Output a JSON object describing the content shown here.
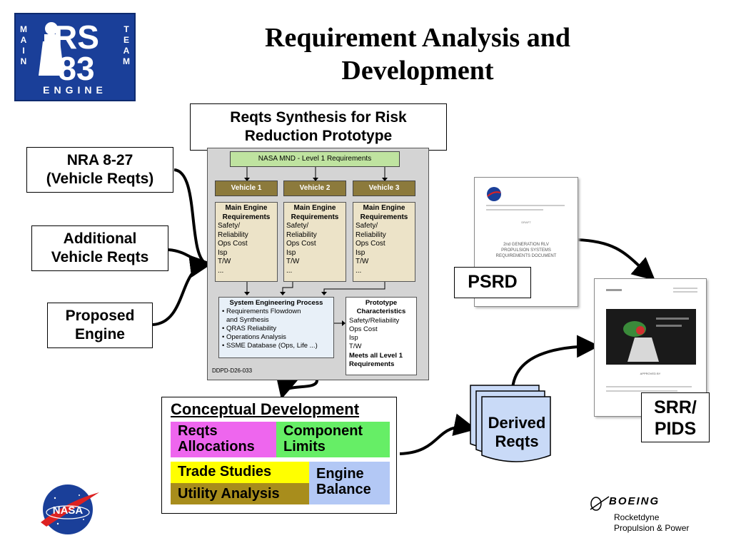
{
  "title": {
    "line1": "Requirement Analysis and",
    "line2": "Development"
  },
  "logo": {
    "rs": "RS",
    "num": "83",
    "left": "MAIN",
    "right": "TEAM",
    "bottom": "ENGINE"
  },
  "synthesis": {
    "line1": "Reqts Synthesis for Risk",
    "line2": "Reduction Prototype"
  },
  "inputs": {
    "nra_line1": "NRA 8-27",
    "nra_line2": "(Vehicle Reqts)",
    "additional_line1": "Additional",
    "additional_line2": "Vehicle Reqts",
    "proposed_line1": "Proposed",
    "proposed_line2": "Engine"
  },
  "flow": {
    "level1": "NASA MND - Level 1 Requirements",
    "vehicles": [
      "Vehicle 1",
      "Vehicle 2",
      "Vehicle 3"
    ],
    "req_header_line1": "Main Engine",
    "req_header_line2": "Requirements",
    "req_items": [
      "Safety/",
      "Reliability",
      "Ops Cost",
      "Isp",
      "T/W",
      "..."
    ],
    "se_title": "System Engineering Process",
    "se_items": [
      "• Requirements Flowdown",
      "  and Synthesis",
      "• QRAS Reliability",
      "• Operations Analysis",
      "• SSME Database (Ops, Life ...)"
    ],
    "proto_title_line1": "Prototype",
    "proto_title_line2": "Characteristics",
    "proto_items": [
      "Safety/Reliability",
      "Ops Cost",
      "Isp",
      "T/W"
    ],
    "proto_bold1": "Meets all Level 1",
    "proto_bold2": "Requirements",
    "doc_id": "DDPD-D26-033"
  },
  "psrd": {
    "label": "PSRD",
    "doc_line1": "2nd GENERATION RLV",
    "doc_line2": "PROPULSION SYSTEMS",
    "doc_line3": "REQUIREMENTS DOCUMENT",
    "draft": "DRAFT"
  },
  "derived": {
    "line1": "Derived",
    "line2": "Reqts"
  },
  "srr": {
    "line1": "SRR/",
    "line2": "PIDS",
    "approved": "APPROVED BY"
  },
  "concept": {
    "title": "Conceptual Development",
    "reqts_alloc_line1": "Reqts",
    "reqts_alloc_line2": "Allocations",
    "component_line1": "Component",
    "component_line2": "Limits",
    "trade": "Trade Studies",
    "utility": "Utility Analysis",
    "engine_line1": "Engine",
    "engine_line2": "Balance"
  },
  "footer": {
    "nasa": "NASA",
    "boeing": "BOEING",
    "rock_line1": "Rocketdyne",
    "rock_line2": "Propulsion & Power"
  },
  "colors": {
    "logo_blue": "#1a3f99",
    "magenta": "#ee66ee",
    "green": "#66ee66",
    "yellow": "#ffff00",
    "olive": "#a88d1c",
    "lightblue": "#b3c8f5"
  }
}
